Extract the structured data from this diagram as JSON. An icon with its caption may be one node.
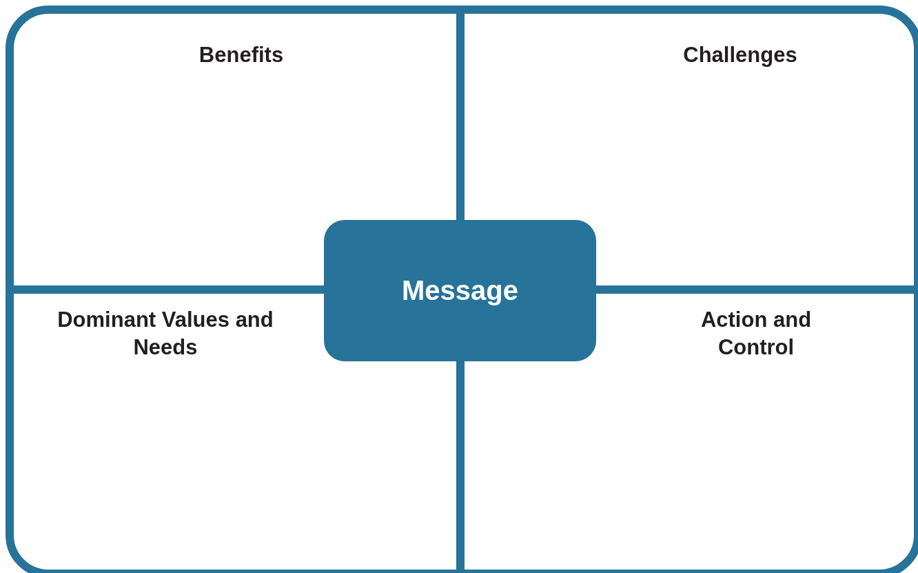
{
  "diagram": {
    "nodes": [
      {
        "text": [
          "Benefits"
        ]
      },
      {
        "text": [
          "Challenges"
        ]
      },
      {
        "text": [
          "Dominant Values and Needs"
        ]
      },
      {
        "text": [
          "Action and Control"
        ]
      },
      {
        "text": [
          "Message"
        ]
      }
    ],
    "edges": []
  }
}
